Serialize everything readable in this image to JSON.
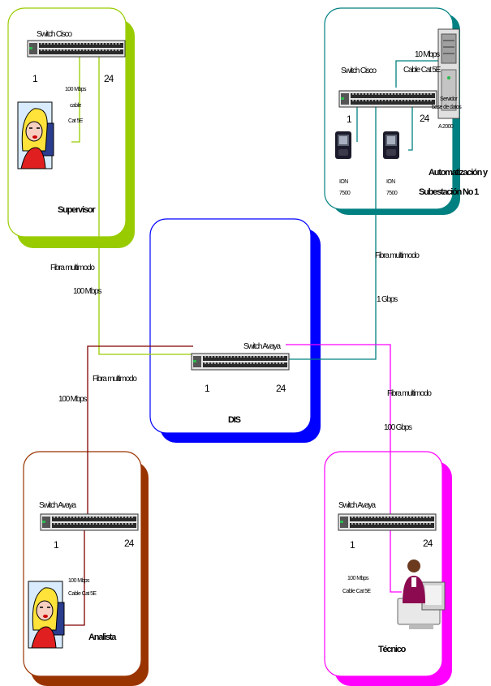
{
  "zones": {
    "supervisor": {
      "name": "Supervisor",
      "color": "#99cc00"
    },
    "automation": {
      "name": "Automatización y Subestación No 1",
      "name_line1": "Automatización y",
      "name_line2": "Subestación No 1",
      "color": "#008080"
    },
    "dis": {
      "name": "DIS",
      "color": "#0000ff"
    },
    "analista": {
      "name": "Analista",
      "color": "#993300"
    },
    "tecnico": {
      "name": "Técnico",
      "color": "#ff00ff"
    }
  },
  "switches": {
    "supervisor": {
      "label": "Switch Cisco",
      "port_first": "1",
      "port_last": "24"
    },
    "automation": {
      "label": "Switch Cisco",
      "port_first": "1",
      "port_last": "24"
    },
    "dis": {
      "label": "Switch Avaya",
      "port_first": "1",
      "port_last": "24"
    },
    "analista": {
      "label": "Switch Avaya",
      "port_first": "1",
      "port_last": "24"
    },
    "tecnico": {
      "label": "Switch Avaya",
      "port_first": "1",
      "port_last": "24"
    }
  },
  "links": {
    "supervisor_local": {
      "line1": "100 Mbps",
      "line2": "cable",
      "line3": "Cat 5E"
    },
    "automation_server": {
      "line1": "10 Mbps",
      "line2": "Cable Cat 5E"
    },
    "analista_local": {
      "line1": "100 Mbps",
      "line2": "Cable Cat 5E"
    },
    "tecnico_local": {
      "line1": "100 Mbps",
      "line2": "Cable Cat 5E"
    },
    "supervisor_uplink": {
      "line1": "Fibra multimodo",
      "line2": "100 Mbps"
    },
    "automation_uplink": {
      "line1": "Fibra multimodo",
      "line2": "1 Gbps"
    },
    "analista_uplink": {
      "line1": "Fibra multimodo",
      "line2": "100 Mbps"
    },
    "tecnico_uplink": {
      "line1": "Fibra multimodo",
      "line2": "100 Gbps"
    }
  },
  "devices": {
    "server": {
      "line1": "Servidor",
      "line2": "base de datos",
      "line3": "A 2000"
    },
    "ion1": {
      "line1": "ION",
      "line2": "7500"
    },
    "ion2": {
      "line1": "ION",
      "line2": "7500"
    }
  },
  "colors": {
    "supervisor_link": "#99cc00",
    "automation_link": "#008080",
    "analista_link": "#800000",
    "tecnico_link": "#ff00ff"
  }
}
